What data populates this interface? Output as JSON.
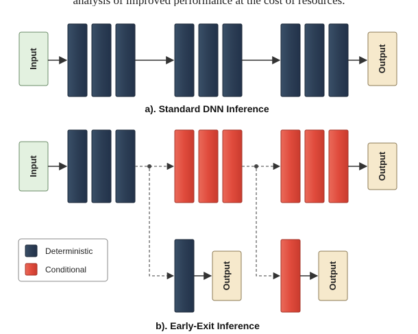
{
  "header_snippet": "analysis of improved performance at the cost of resources.",
  "colors": {
    "deterministic": "#2c3e55",
    "conditional": "#e04b3c",
    "input_fill": "#e3f1e0",
    "output_fill": "#f6e9cc",
    "arrow": "#333333",
    "dashed": "#666666"
  },
  "standard": {
    "caption": "a). Standard DNN Inference",
    "input_label": "Input",
    "output_label": "Output"
  },
  "early_exit": {
    "caption": "b). Early-Exit Inference",
    "input_label": "Input",
    "output_label": "Output",
    "exit1_output_label": "Output",
    "exit2_output_label": "Output"
  },
  "legend": {
    "items": [
      {
        "label": "Deterministic",
        "color_key": "deterministic"
      },
      {
        "label": "Conditional",
        "color_key": "conditional"
      }
    ]
  },
  "icons": {
    "arrow": "arrow-right-icon",
    "branch": "branch-dot-icon"
  }
}
